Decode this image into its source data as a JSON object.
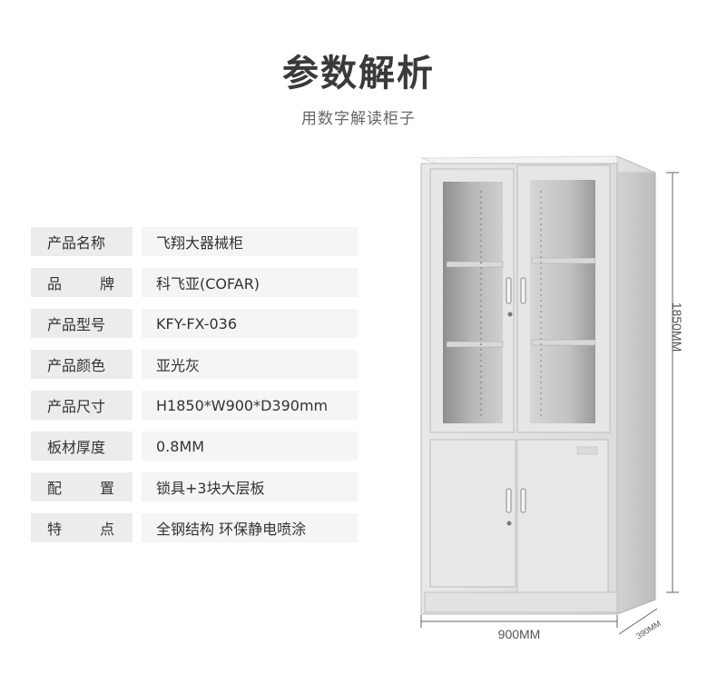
{
  "header": {
    "title": "参数解析",
    "subtitle": "用数字解读柜子"
  },
  "specs": [
    {
      "label": "产品名称",
      "value": "飞翔大器械柜"
    },
    {
      "label": "品　　牌",
      "label_chars": [
        "品",
        "牌"
      ],
      "value": "科飞亚(COFAR)"
    },
    {
      "label": "产品型号",
      "value": "KFY-FX-036"
    },
    {
      "label": "产品颜色",
      "value": "亚光灰"
    },
    {
      "label": "产品尺寸",
      "value": "H1850*W900*D390mm"
    },
    {
      "label": "板材厚度",
      "value": "0.8MM"
    },
    {
      "label": "配　　置",
      "label_chars": [
        "配",
        "置"
      ],
      "value": "锁具+3块大层板"
    },
    {
      "label": "特　　点",
      "label_chars": [
        "特",
        "点"
      ],
      "value": "全钢结构 环保静电喷涂"
    }
  ],
  "dimensions": {
    "height": "1850MM",
    "width": "900MM",
    "depth": "390MM"
  },
  "colors": {
    "label_bg": "#ececec",
    "value_bg": "#f5f5f5",
    "cabinet": "#e4e4e4"
  }
}
